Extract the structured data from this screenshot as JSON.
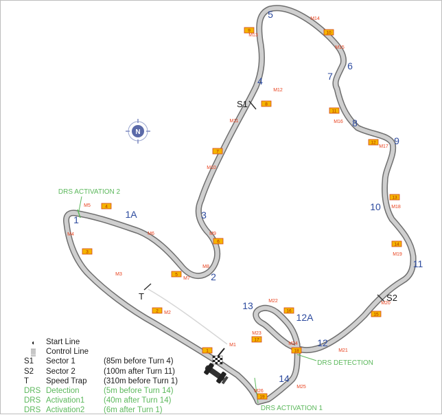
{
  "turns": [
    "5",
    "4",
    "7",
    "6",
    "8",
    "9",
    "10",
    "11",
    "3",
    "2",
    "1",
    "1A",
    "13",
    "12A",
    "12",
    "14"
  ],
  "markers": [
    "M14",
    "M15",
    "M13",
    "M12",
    "M16",
    "M11",
    "M17",
    "M10",
    "M18",
    "M5",
    "M6",
    "M4",
    "M9",
    "M19",
    "M3",
    "M8",
    "M7",
    "M22",
    "M20",
    "M2",
    "M23",
    "M24",
    "M1",
    "M21",
    "M26",
    "M25"
  ],
  "boards": [
    "9",
    "10",
    "8",
    "11",
    "12",
    "7",
    "13",
    "4",
    "6",
    "14",
    "3",
    "5",
    "2",
    "16",
    "15",
    "17",
    "18",
    "1",
    "19"
  ],
  "sectors": {
    "s1": "S1",
    "s2": "S2",
    "t": "T"
  },
  "drs_labels": {
    "activation2": "DRS ACTIVATION 2",
    "detection": "DRS DETECTION",
    "activation1": "DRS ACTIVATION 1"
  },
  "compass": "N",
  "legend": [
    {
      "key": "",
      "name": "Start Line",
      "note": "",
      "color": "black",
      "icon": "start-line-icon"
    },
    {
      "key": "",
      "name": "Control Line",
      "note": "",
      "color": "black",
      "icon": "control-line-icon"
    },
    {
      "key": "S1",
      "name": "Sector 1",
      "note": "(85m before Turn 4)",
      "color": "black",
      "icon": ""
    },
    {
      "key": "S2",
      "name": "Sector 2",
      "note": "(100m after Turn 11)",
      "color": "black",
      "icon": ""
    },
    {
      "key": "T",
      "name": "Speed Trap",
      "note": "(310m before Turn 1)",
      "color": "black",
      "icon": ""
    },
    {
      "key": "DRS",
      "name": "Detection",
      "note": "(5m before Turn 14)",
      "color": "green",
      "icon": ""
    },
    {
      "key": "DRS",
      "name": "Activation1",
      "note": "(40m after Turn 14)",
      "color": "green",
      "icon": ""
    },
    {
      "key": "DRS",
      "name": "Activation2",
      "note": "(6m after Turn 1)",
      "color": "green",
      "icon": ""
    }
  ],
  "colors": {
    "track": "#bfbfbf",
    "track_edge": "#6e6e6e",
    "turn_label": "#2c4a9e",
    "marker": "#e8401c",
    "board_fill": "#f5b400",
    "board_border": "#d2461e",
    "drs": "#5cb85c"
  }
}
